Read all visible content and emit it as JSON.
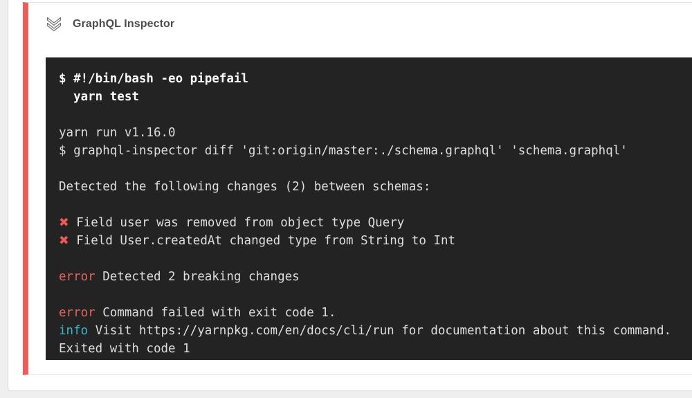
{
  "colors": {
    "page_bg": "#efefef",
    "border_gray": "#dcdcdc",
    "card_border": "#e4e4e4",
    "accent_red": "#ee5c5b",
    "terminal_bg": "#232323",
    "text_plain": "#dedede",
    "text_bold": "#fafafa",
    "error_red": "#e8625e",
    "info_cyan": "#3fb5c9",
    "cross_red": "#ee5a56",
    "chevron_gray": "#767676"
  },
  "header": {
    "title": "GraphQL Inspector",
    "icon": "double-chevron-down-icon"
  },
  "terminal": {
    "lines": [
      [
        {
          "t": "$ #!/bin/bash -eo pipefail",
          "s": "bold"
        }
      ],
      [
        {
          "t": "  yarn test",
          "s": "bold"
        }
      ],
      [],
      [
        {
          "t": "yarn run v1.16.0",
          "s": "plain"
        }
      ],
      [
        {
          "t": "$ graphql-inspector diff 'git:origin/master:./schema.graphql' 'schema.graphql'",
          "s": "plain"
        }
      ],
      [],
      [
        {
          "t": "Detected the following changes (2) between schemas:",
          "s": "plain"
        }
      ],
      [],
      [
        {
          "t": "✖",
          "s": "cross"
        },
        {
          "t": " Field user was removed from object type Query",
          "s": "plain"
        }
      ],
      [
        {
          "t": "✖",
          "s": "cross"
        },
        {
          "t": " Field User.createdAt changed type from String to Int",
          "s": "plain"
        }
      ],
      [],
      [
        {
          "t": "error",
          "s": "error"
        },
        {
          "t": " Detected 2 breaking changes",
          "s": "plain"
        }
      ],
      [],
      [
        {
          "t": "error",
          "s": "error"
        },
        {
          "t": " Command failed with exit code 1.",
          "s": "plain"
        }
      ],
      [
        {
          "t": "info",
          "s": "info"
        },
        {
          "t": " Visit https://yarnpkg.com/en/docs/cli/run for documentation about this command.",
          "s": "plain"
        }
      ],
      [
        {
          "t": "Exited with code 1",
          "s": "plain"
        }
      ]
    ]
  }
}
